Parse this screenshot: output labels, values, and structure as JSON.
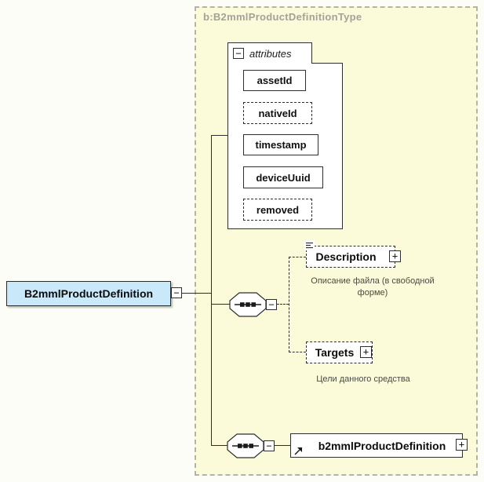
{
  "diagram": {
    "type_title": "b:B2mmlProductDefinitionType",
    "root_element": {
      "label": "B2mmlProductDefinition"
    },
    "attributes_group": {
      "header_label": "attributes",
      "items": [
        {
          "name": "assetId",
          "optional": false
        },
        {
          "name": "nativeId",
          "optional": true
        },
        {
          "name": "timestamp",
          "optional": false
        },
        {
          "name": "deviceUuid",
          "optional": false
        },
        {
          "name": "removed",
          "optional": true
        }
      ]
    },
    "children": [
      {
        "name": "Description",
        "optional": true,
        "annotation": "Описание файла (в свободной\nформе)"
      },
      {
        "name": "Targets",
        "optional": true,
        "annotation": "Цели данного средства"
      }
    ],
    "ref_element": {
      "label": "b2mmlProductDefinition"
    },
    "glyphs": {
      "collapse": "−",
      "expand": "+"
    },
    "colors": {
      "panel_bg": "#fbfbd9",
      "panel_border": "#b3b3ab",
      "root_fill": "#c9e8fa",
      "box_border": "#2e2e2e",
      "title_text": "#a2a29a",
      "annotation_text": "#4a4a42"
    }
  }
}
